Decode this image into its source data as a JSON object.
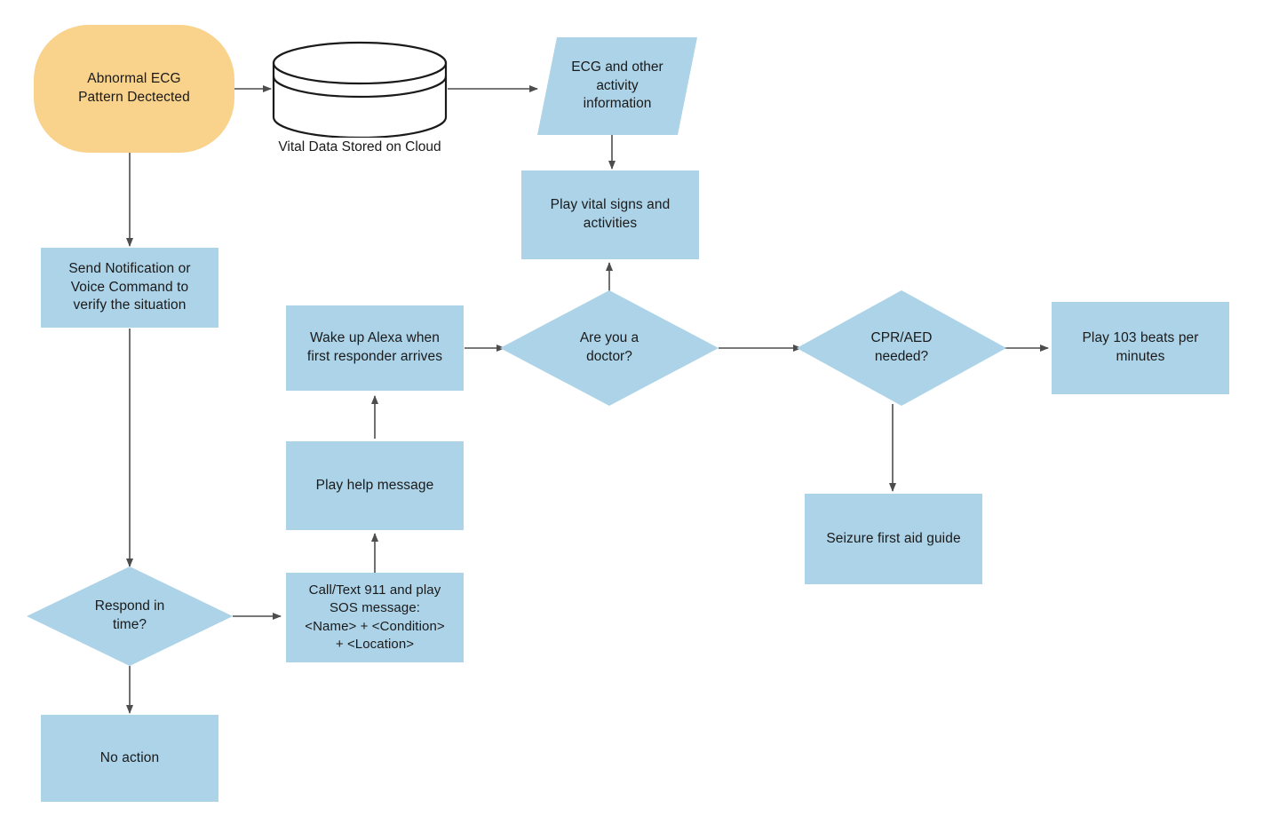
{
  "diagram": {
    "title": "Abnormal ECG response flowchart",
    "colors": {
      "start_fill": "#F9D28C",
      "process_fill": "#ACD3E8",
      "edge_stroke": "#4D4D4D",
      "cylinder_stroke": "#1A1A1A",
      "text": "#1A1A1A",
      "background": "#FFFFFF"
    },
    "nodes": {
      "start": {
        "label": "Abnormal ECG\nPattern Dectected",
        "shape": "rounded-terminator"
      },
      "cloud_store": {
        "label": "",
        "caption": "Vital Data Stored on Cloud",
        "shape": "cylinder"
      },
      "ecg_info": {
        "label": "ECG and other\nactivity\ninformation",
        "shape": "parallelogram"
      },
      "play_vitals": {
        "label": "Play vital signs and\nactivities",
        "shape": "process"
      },
      "send_notification": {
        "label": "Send Notification or\nVoice Command to\nverify the situation",
        "shape": "process"
      },
      "wake_alexa": {
        "label": "Wake up Alexa when\nfirst responder arrives",
        "shape": "process"
      },
      "are_you_doctor": {
        "label": "Are you a\ndoctor?",
        "shape": "decision"
      },
      "cpr_aed": {
        "label": "CPR/AED\nneeded?",
        "shape": "decision"
      },
      "play_beats": {
        "label": "Play 103 beats per\nminutes",
        "shape": "process"
      },
      "seizure_guide": {
        "label": "Seizure first aid guide",
        "shape": "process"
      },
      "respond_in_time": {
        "label": "Respond in\ntime?",
        "shape": "decision"
      },
      "call_911": {
        "label": "Call/Text 911 and play\nSOS message:\n<Name> + <Condition>\n+ <Location>",
        "shape": "process"
      },
      "play_help": {
        "label": "Play help message",
        "shape": "process"
      },
      "no_action": {
        "label": "No action",
        "shape": "process"
      }
    },
    "edges": [
      {
        "from": "start",
        "to": "cloud_store",
        "direction": "right"
      },
      {
        "from": "cloud_store",
        "to": "ecg_info",
        "direction": "right"
      },
      {
        "from": "ecg_info",
        "to": "play_vitals",
        "direction": "down"
      },
      {
        "from": "start",
        "to": "send_notification",
        "direction": "down"
      },
      {
        "from": "send_notification",
        "to": "respond_in_time",
        "direction": "down"
      },
      {
        "from": "respond_in_time",
        "to": "call_911",
        "direction": "right"
      },
      {
        "from": "respond_in_time",
        "to": "no_action",
        "direction": "down"
      },
      {
        "from": "call_911",
        "to": "play_help",
        "direction": "up"
      },
      {
        "from": "play_help",
        "to": "wake_alexa",
        "direction": "up"
      },
      {
        "from": "wake_alexa",
        "to": "are_you_doctor",
        "direction": "right"
      },
      {
        "from": "are_you_doctor",
        "to": "play_vitals",
        "direction": "up"
      },
      {
        "from": "are_you_doctor",
        "to": "cpr_aed",
        "direction": "right"
      },
      {
        "from": "cpr_aed",
        "to": "play_beats",
        "direction": "right"
      },
      {
        "from": "cpr_aed",
        "to": "seizure_guide",
        "direction": "down"
      }
    ]
  }
}
